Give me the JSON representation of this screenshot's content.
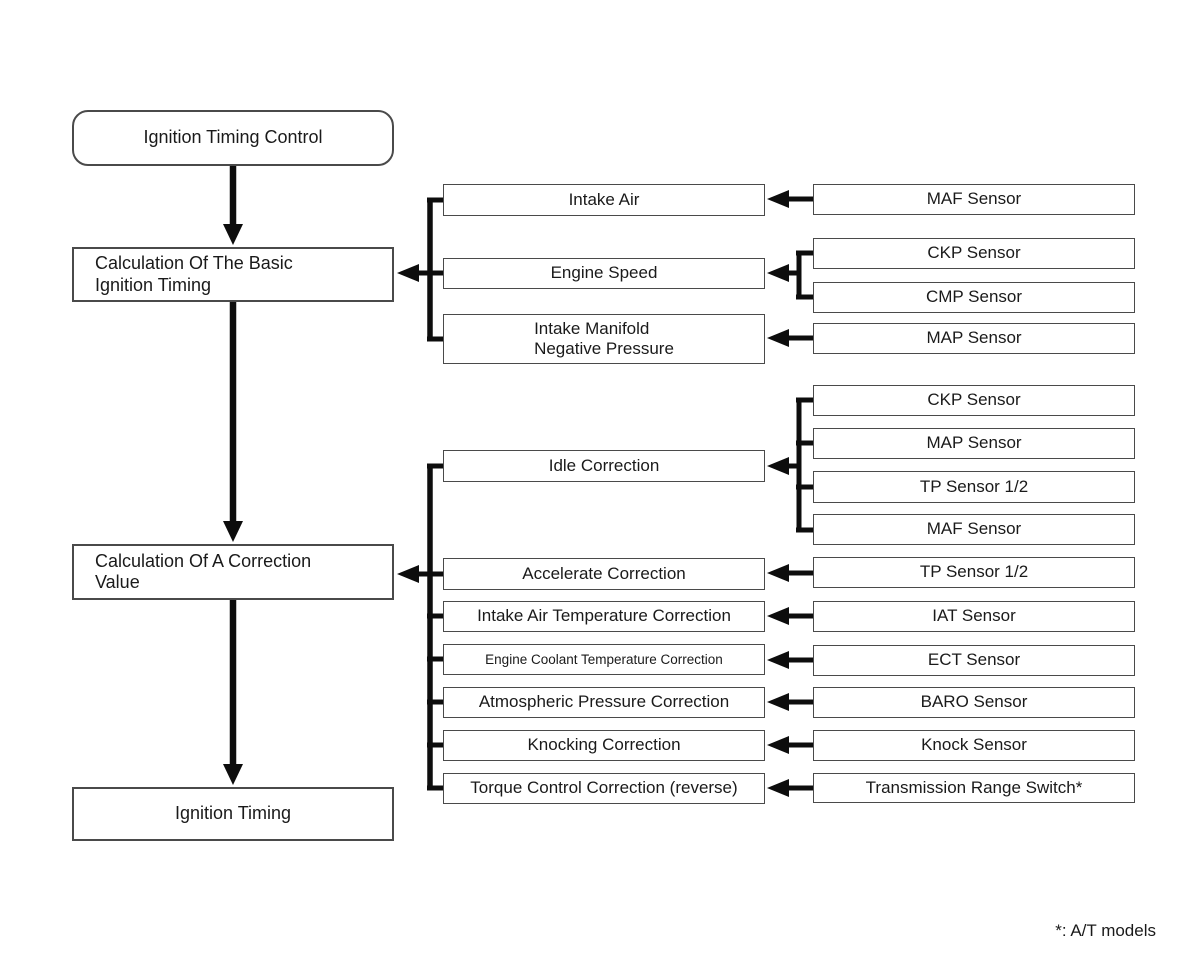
{
  "diagram": {
    "title": "Ignition Timing Control flow diagram",
    "left": [
      "Ignition Timing Control",
      "Calculation Of The Basic\nIgnition Timing",
      "Calculation Of A Correction\nValue",
      "Ignition Timing"
    ],
    "middle": [
      "Intake Air",
      "Engine Speed",
      "Intake Manifold\nNegative Pressure",
      "Idle Correction",
      "Accelerate Correction",
      "Intake Air Temperature Correction",
      "Engine Coolant Temperature Correction",
      "Atmospheric Pressure Correction",
      "Knocking Correction",
      "Torque Control Correction (reverse)"
    ],
    "right": [
      "MAF Sensor",
      "CKP Sensor",
      "CMP Sensor",
      "MAP Sensor",
      "CKP Sensor",
      "MAP Sensor",
      "TP Sensor 1/2",
      "MAF Sensor",
      "TP Sensor 1/2",
      "IAT Sensor",
      "ECT Sensor",
      "BARO Sensor",
      "Knock Sensor",
      "Transmission Range Switch*"
    ],
    "footnote": "*: A/T models",
    "colors": {
      "background": "#ffffff",
      "box_border": "#4a4a4a",
      "connector": "#0d0d0d",
      "text": "#1a1a1a"
    }
  }
}
